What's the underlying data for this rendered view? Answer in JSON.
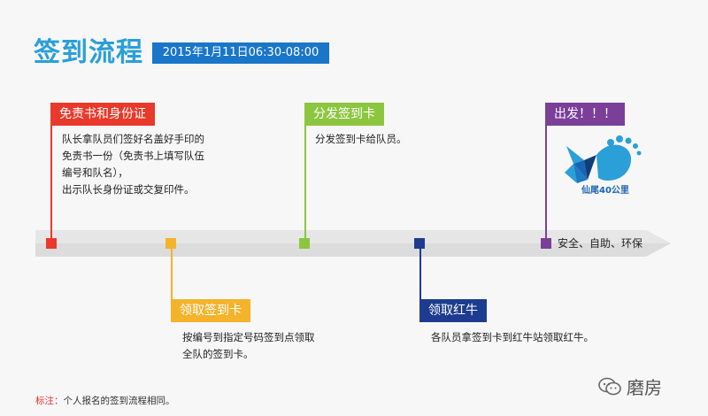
{
  "header": {
    "title": "签到流程",
    "date": "2015年1月11日06:30-08:00"
  },
  "steps_above": [
    {
      "label": "免责书和身份证",
      "desc": [
        "队长拿队员们签好名盖好手印的",
        "免责书一份（免责书上填写队伍",
        "编号和队名），",
        "出示队长身份证或交复印件。"
      ]
    },
    {
      "label": "分发签到卡",
      "desc": [
        "分发签到卡给队员。"
      ]
    },
    {
      "label": "出发！！！",
      "desc": []
    }
  ],
  "steps_below": [
    {
      "label": "领取签到卡",
      "desc": [
        "按编号到指定号码签到点领取",
        "全队的签到卡。"
      ]
    },
    {
      "label": "领取红牛",
      "desc": [
        "各队员拿签到卡到红牛站领取红牛。"
      ]
    }
  ],
  "end_text": "安全、自助、环保",
  "logo_text": "仙尾40公里",
  "footnote": {
    "prefix": "标注：",
    "text": "个人报名的签到流程相同。"
  },
  "watermark": {
    "icon": "wechat-icon",
    "text": "磨房"
  },
  "colors": {
    "red": "#e8392b",
    "yellow": "#f3b32b",
    "green": "#8cc63f",
    "navy": "#1d3c8f",
    "purple": "#7b3f99",
    "blue": "#1976c8"
  }
}
